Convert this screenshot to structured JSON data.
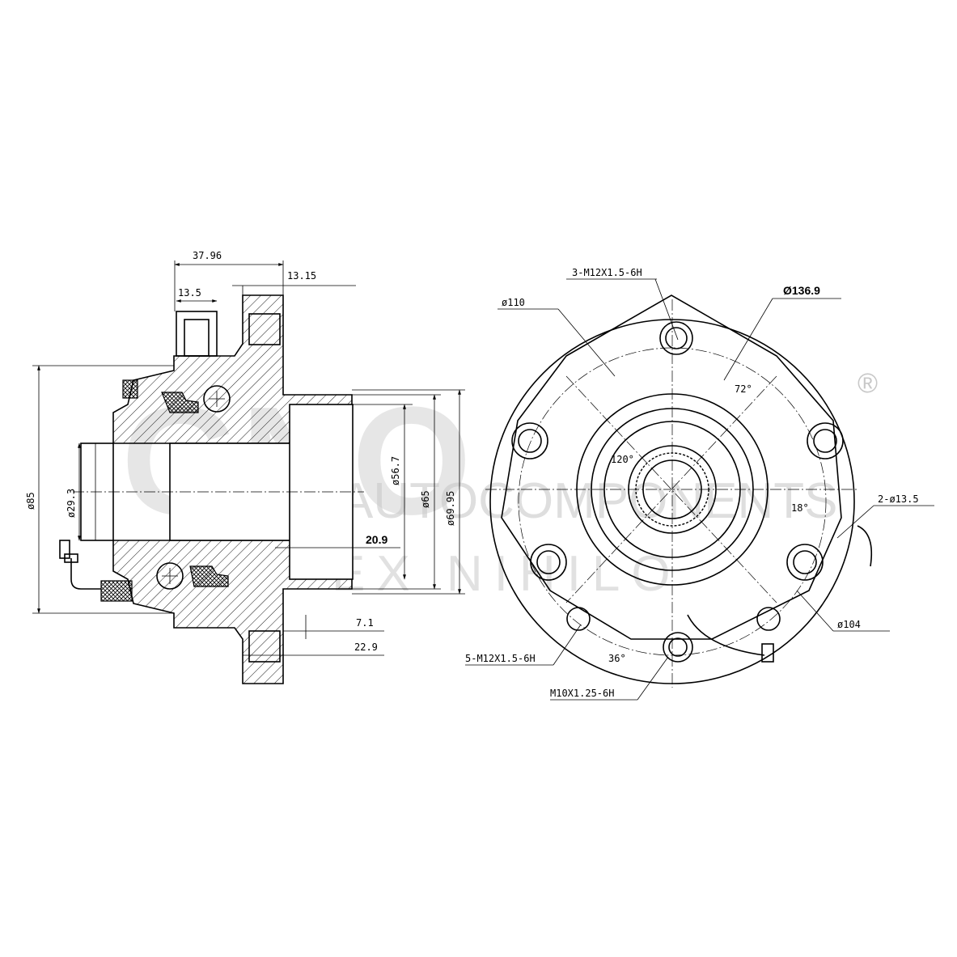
{
  "watermark": {
    "brand": "GNO",
    "line1": "AUTOCOMPONENTS",
    "line2": "EX NIHILO",
    "registered": "®"
  },
  "side_view": {
    "dims": {
      "d1": "37.96",
      "d2": "13.15",
      "d3": "13.5",
      "d4": "ø85",
      "d5": "ø29.3",
      "d6": "ø56.7",
      "d7": "ø65",
      "d8": "ø69.95",
      "d9": "20.9",
      "d10": "7.1",
      "d11": "22.9"
    }
  },
  "front_view": {
    "labels": {
      "tap_top": "3-M12X1.5-6H",
      "d110": "ø110",
      "d1369": "Ø136.9",
      "a72": "72°",
      "a120": "120°",
      "a18": "18°",
      "holes": "2-ø13.5",
      "d104": "ø104",
      "tap_bottom": "5-M12X1.5-6H",
      "a36": "36°",
      "m10": "M10X1.25-6H"
    }
  }
}
